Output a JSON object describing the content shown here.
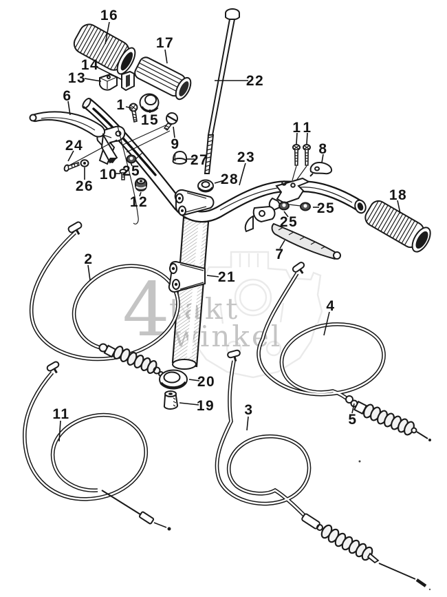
{
  "page": {
    "background": "#ffffff",
    "ink_color": "#1a1a1a"
  },
  "watermark": {
    "numeral": "4",
    "word_top": "takt",
    "word_bottom": "winkel",
    "text_color": "#b6b6b6",
    "outline_color": "#d9d9d9"
  },
  "labels": [
    {
      "n": "16"
    },
    {
      "n": "17"
    },
    {
      "n": "14"
    },
    {
      "n": "13"
    },
    {
      "n": "6"
    },
    {
      "n": "1"
    },
    {
      "n": "15"
    },
    {
      "n": "9"
    },
    {
      "n": "24"
    },
    {
      "n": "27"
    },
    {
      "n": "26"
    },
    {
      "n": "10"
    },
    {
      "n": "25"
    },
    {
      "n": "12"
    },
    {
      "n": "22"
    },
    {
      "n": "23"
    },
    {
      "n": "1"
    },
    {
      "n": "1"
    },
    {
      "n": "8"
    },
    {
      "n": "28"
    },
    {
      "n": "18"
    },
    {
      "n": "25"
    },
    {
      "n": "25"
    },
    {
      "n": "7"
    },
    {
      "n": "2"
    },
    {
      "n": "21"
    },
    {
      "n": "20"
    },
    {
      "n": "19"
    },
    {
      "n": "11"
    },
    {
      "n": "3"
    },
    {
      "n": "4"
    },
    {
      "n": "5"
    }
  ]
}
